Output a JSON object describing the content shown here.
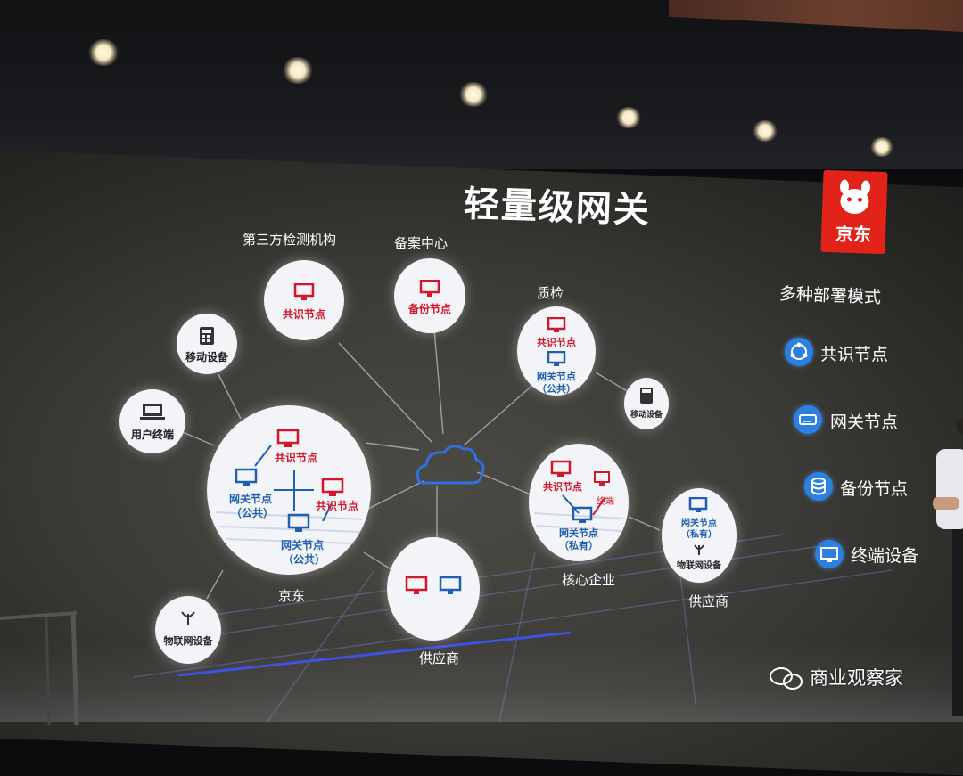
{
  "slide": {
    "title": "轻量级网关",
    "brand_logo_text": "京东",
    "legend_title": "多种部署模式",
    "legend_items": [
      {
        "label": "共识节点",
        "icon": "cycle-icon"
      },
      {
        "label": "网关节点",
        "icon": "gateway-icon"
      },
      {
        "label": "备份节点",
        "icon": "database-icon"
      },
      {
        "label": "终端设备",
        "icon": "monitor-icon"
      }
    ],
    "captions": {
      "third_party": "第三方检测机构",
      "filing_center": "备案中心",
      "quality_check": "质检",
      "jd": "京东",
      "core_enterprise": "核心企业",
      "supplier_bottom": "供应商",
      "supplier_right": "供应商"
    },
    "nodes": {
      "mobile_left": "移动设备",
      "user_terminal": "用户终端",
      "consensus_top": "共识节点",
      "backup": "备份节点",
      "qc_consensus": "共识节点",
      "qc_gateway": "网关节点",
      "qc_public": "（公共）",
      "mobile_right": "移动设备",
      "jd_consensus_a": "共识节点",
      "jd_gateway_a": "网关节点",
      "jd_public_a": "（公共）",
      "jd_consensus_b": "共识节点",
      "jd_gateway_b": "网关节点",
      "jd_public_b": "（公共）",
      "core_consensus": "共识节点",
      "core_terminal": "终端",
      "core_gateway": "网关节点",
      "core_private": "（私有）",
      "sup_gateway": "网关节点",
      "sup_private": "（私有）",
      "sup_iot": "物联网设备",
      "iot_left": "物联网设备"
    }
  },
  "watermark": "商业观察家",
  "colors": {
    "brand_red": "#e2231a",
    "icon_red": "#d0182b",
    "icon_blue": "#1e5fae",
    "cloud_blue": "#2f6fe0",
    "legend_blue": "#2d7fe0"
  }
}
